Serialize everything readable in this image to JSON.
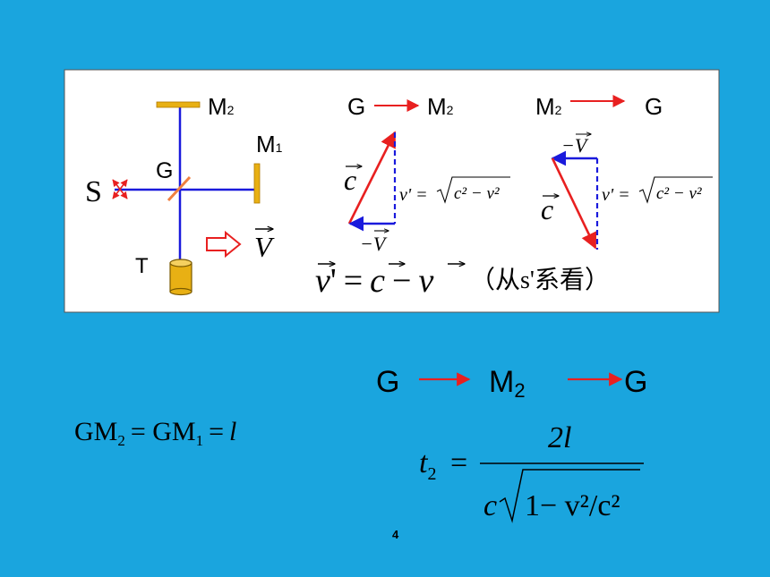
{
  "colors": {
    "background": "#1aa5de",
    "panel": "#ffffff",
    "beam_blue": "#1a1adc",
    "arrow_red": "#e82020",
    "mirror_gold": "#e8b014",
    "splitter_orange": "#f08040",
    "text": "#000000"
  },
  "apparatus": {
    "mirror2_label": "M",
    "mirror2_sub": "2",
    "mirror1_label": "M",
    "mirror1_sub": "1",
    "splitter_label": "G",
    "source_label": "S",
    "telescope_label": "T",
    "velocity_label": "V",
    "hollow_arrow_icon": "hollow-arrow-right-icon"
  },
  "triangles": {
    "left_heading": {
      "from": "G",
      "to": "M",
      "to_sub": "2"
    },
    "right_heading": {
      "from": "M",
      "from_sub": "2",
      "to": "G"
    },
    "c_label": "c",
    "minus_v_label": "−V",
    "vprime_formula": {
      "lhs": "v' =",
      "radicand": "c² − v²"
    }
  },
  "relation": {
    "lhs": "v",
    "prime": "'",
    "eq": "=",
    "c": "c",
    "minus": "−",
    "v": "v",
    "note": "（从s'系看）"
  },
  "path_line": {
    "g1": "G",
    "m": "M",
    "m_sub": "2",
    "g2": "G"
  },
  "gm_equation": {
    "text": "GM",
    "sub2": "2",
    "eq1": "= GM",
    "sub1": "1",
    "eq2": "=",
    "l": "l"
  },
  "time_equation": {
    "lhs": "t",
    "lhs_sub": "2",
    "eq": "=",
    "numerator": "2l",
    "den_c": "c",
    "den_radicand": "1− v²/c²"
  },
  "page_number": "4"
}
